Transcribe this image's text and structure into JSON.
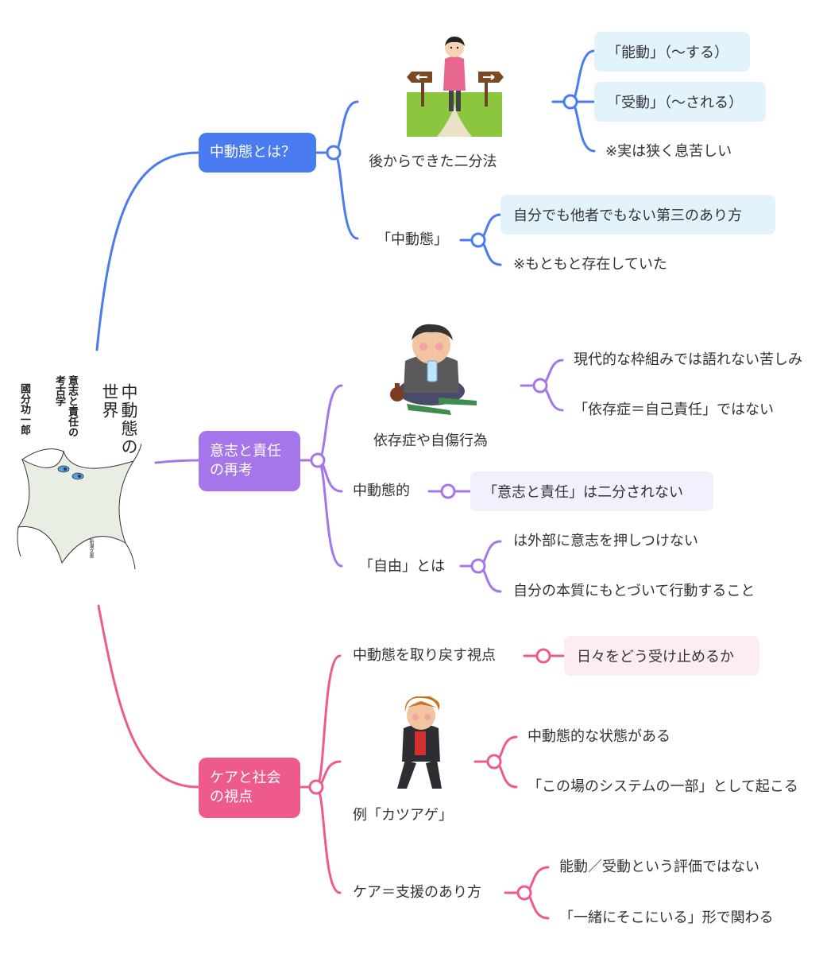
{
  "book": {
    "title": "中動態の世界",
    "subtitle": "意志と責任の考古学",
    "author": "國分功一郎",
    "publisher": "新潮文庫"
  },
  "branches": [
    {
      "label": "中動態とは？",
      "color": "#4a7bf0"
    },
    {
      "label": "意志と責任の再考",
      "color": "#a476ea"
    },
    {
      "label": "ケアと社会の視点",
      "color": "#ef5a8d"
    }
  ],
  "nodes": {
    "dichotomy": "後からできた二分法",
    "active": "「能動」（〜する）",
    "passive": "「受動」（〜される）",
    "narrow": "※実は狭く息苦しい",
    "middle_voice": "「中動態」",
    "third_way": "自分でも他者でもない第三のあり方",
    "existed": "※もともと存在していた",
    "addiction": "依存症や自傷行為",
    "suffering": "現代的な枠組みでは語れない苦しみ",
    "not_responsibility": "「依存症＝自己責任」ではない",
    "middle_like": "中動態的",
    "not_divided": "「意志と責任」は二分されない",
    "freedom": "「自由」とは",
    "no_external_will": "は外部に意志を押しつけない",
    "own_nature": "自分の本質にもとづいて行動すること",
    "restore_view": "中動態を取り戻す視点",
    "daily": "日々をどう受け止めるか",
    "example": "例「カツアゲ」",
    "middle_state": "中動態的な状態がある",
    "system_part": "「この場のシステムの一部」として起こる",
    "care": "ケア＝支援のあり方",
    "not_evaluation": "能動／受動という評価ではない",
    "be_together": "「一緒にそこにいる」形で関わる"
  },
  "colors": {
    "blue": "#4a7bf0",
    "purple": "#a476ea",
    "pink": "#ef5a8d",
    "blue_box": "#e2f3fc",
    "purple_box": "#f4effd",
    "pink_box": "#fdecf2"
  },
  "illustrations": [
    "crossroads-person-icon",
    "addicted-person-icon",
    "extortion-student-icon"
  ]
}
